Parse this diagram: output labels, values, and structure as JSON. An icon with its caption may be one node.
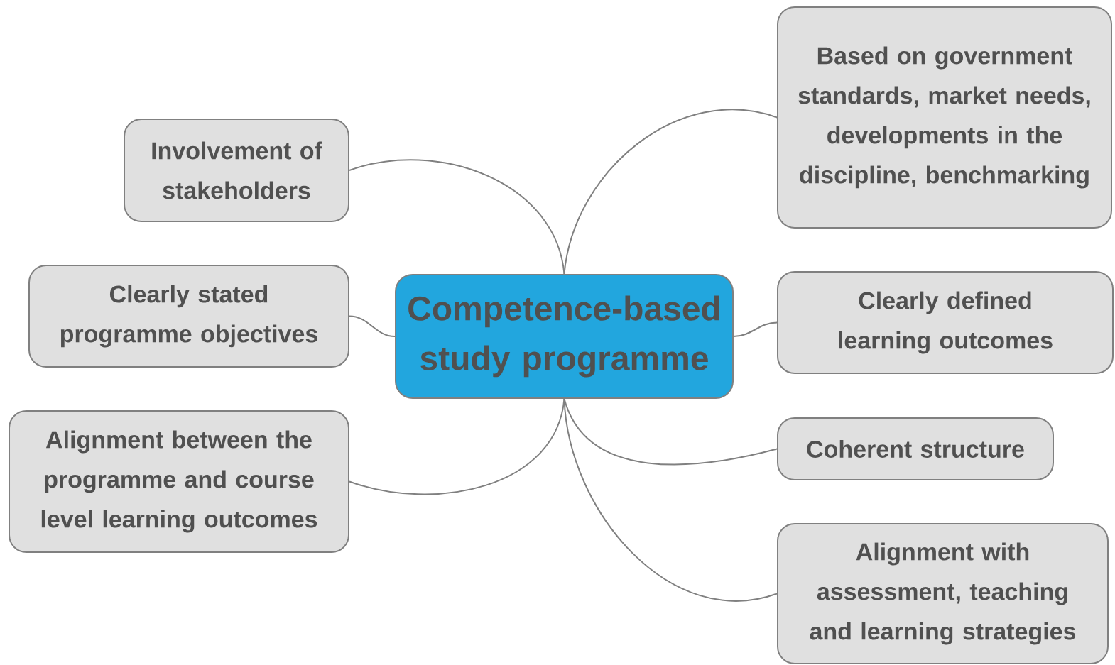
{
  "diagram": {
    "nodes": [
      {
        "text": [
          "Competence-based study programme"
        ]
      },
      {
        "text": [
          "Involvement of stakeholders"
        ]
      },
      {
        "text": [
          "Clearly stated programme objectives"
        ]
      },
      {
        "text": [
          "Alignment between the programme and course level learning outcomes"
        ]
      },
      {
        "text": [
          "Based on government standards, market needs, developments in the discipline, benchmarking"
        ]
      },
      {
        "text": [
          "Clearly defined learning outcomes"
        ]
      },
      {
        "text": [
          "Coherent structure"
        ]
      },
      {
        "text": [
          "Alignment with assessment, teaching and learning strategies"
        ]
      }
    ],
    "edges": [
      {
        "from": 0,
        "to": 1,
        "arrow": "none"
      },
      {
        "from": 0,
        "to": 2,
        "arrow": "none"
      },
      {
        "from": 0,
        "to": 3,
        "arrow": "none"
      },
      {
        "from": 0,
        "to": 4,
        "arrow": "none"
      },
      {
        "from": 0,
        "to": 5,
        "arrow": "none"
      },
      {
        "from": 0,
        "to": 6,
        "arrow": "none"
      },
      {
        "from": 0,
        "to": 7,
        "arrow": "none"
      }
    ]
  }
}
